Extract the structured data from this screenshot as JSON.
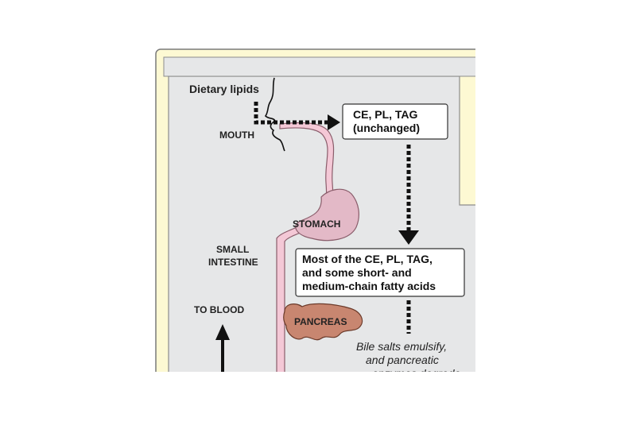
{
  "labels": {
    "dietary_lipids": "Dietary lipids",
    "mouth": "MOUTH",
    "stomach": "STOMACH",
    "small_intestine_line1": "SMALL",
    "small_intestine_line2": "INTESTINE",
    "to_blood": "TO BLOOD",
    "pancreas": "PANCREAS"
  },
  "boxes": {
    "unchanged": {
      "line1": "CE, PL, TAG",
      "line2": "(unchanged)"
    },
    "most": {
      "line1": "Most of the CE, PL, TAG,",
      "line2": "and some short- and",
      "line3": "medium-chain fatty acids"
    }
  },
  "note": {
    "line1": "Bile salts emulsify,",
    "line2": "and pancreatic",
    "line3_partial": "enzymes degrade"
  },
  "colors": {
    "panel_outer": "#fdf9d3",
    "panel_inner": "#e6e7e8",
    "gut": "#f4c8d6",
    "gut_edge": "#8a5d6b",
    "stomach": "#e3b9c7",
    "pancreas": "#c88670",
    "pancreas_edge": "#6b3a2a"
  }
}
